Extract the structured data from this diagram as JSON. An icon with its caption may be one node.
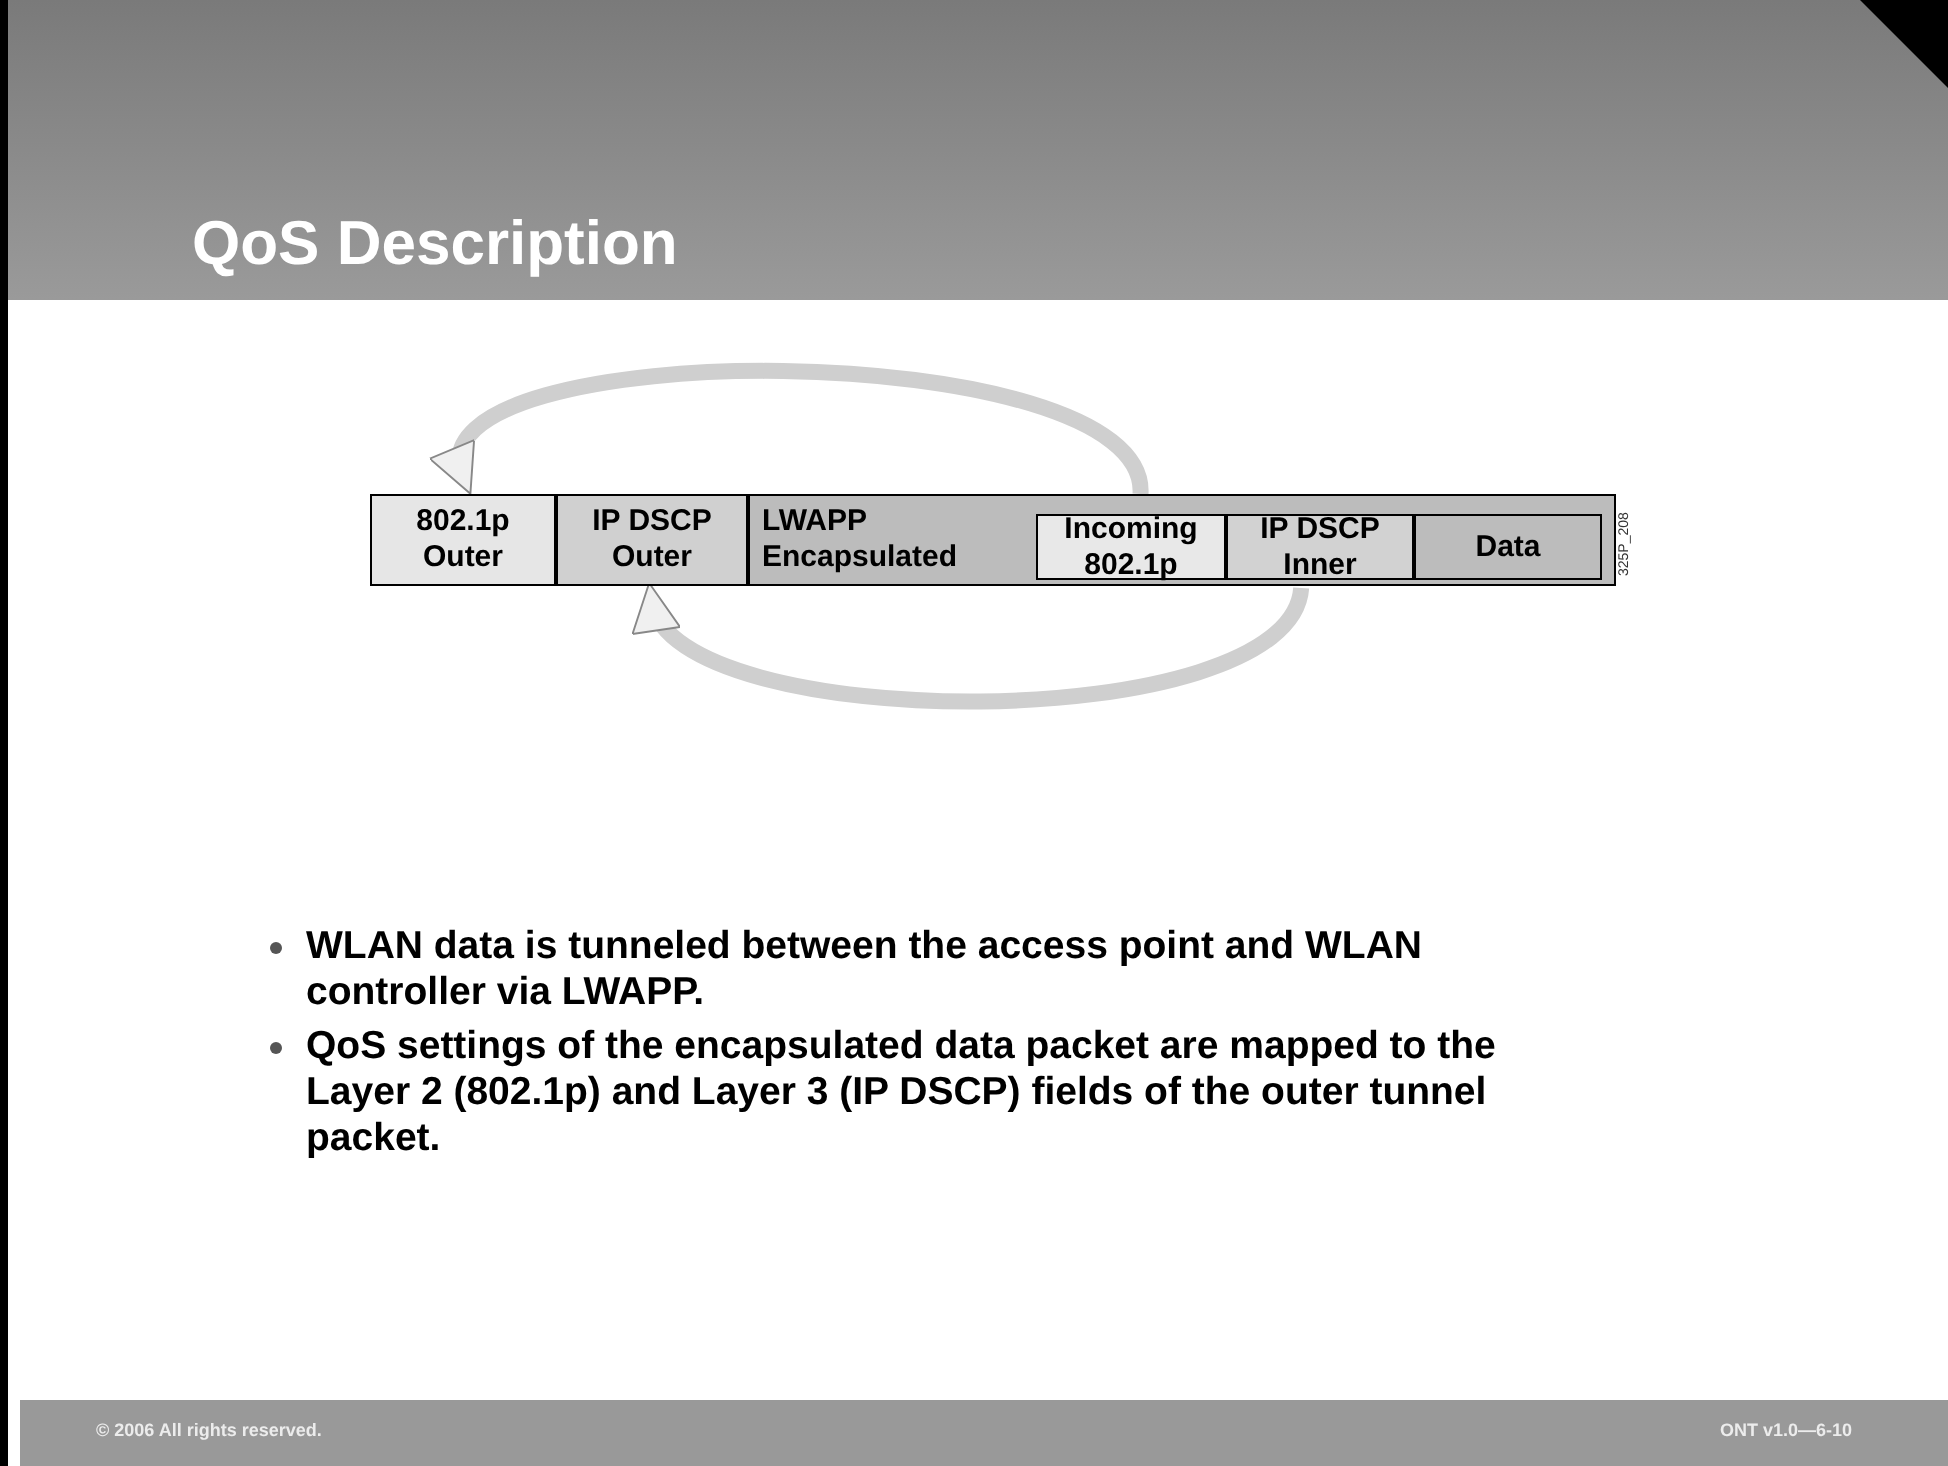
{
  "diagram": {
    "title": "QoS Description",
    "nodes": [
      {
        "text": [
          "802.1p Outer"
        ]
      },
      {
        "text": [
          "IP DSCP Outer"
        ]
      },
      {
        "text": [
          "LWAPP Encapsulated"
        ]
      },
      {
        "text": [
          "Incoming 802.1p"
        ],
        "in": 2
      },
      {
        "text": [
          "IP DSCP Inner"
        ],
        "in": 2
      },
      {
        "text": [
          "Data"
        ],
        "in": 2
      }
    ],
    "edges": [
      {
        "from": 3,
        "to": 0,
        "arrow": "to"
      },
      {
        "from": 4,
        "to": 1,
        "arrow": "to"
      }
    ],
    "labels": [
      "325P_208",
      "WLAN data is tunneled between the access point and WLAN controller via LWAPP.",
      "QoS settings of the encapsulated data packet are mapped to the Layer 2 (802.1p) and Layer 3 (IP DSCP) fields of the outer tunnel packet.",
      "© 2006 All rights reserved.",
      "ONT v1.0—6-10"
    ]
  }
}
